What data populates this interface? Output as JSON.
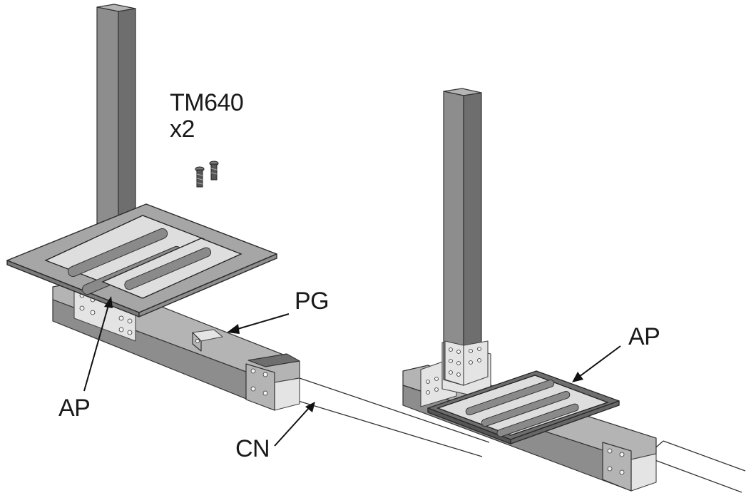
{
  "labels": {
    "part_code": "TM640",
    "quantity": "x2",
    "pg": "PG",
    "ap_left": "AP",
    "ap_right": "AP",
    "cn": "CN"
  },
  "icons": {
    "screws": "screw-icon",
    "left_post": "upright-post",
    "right_post": "upright-post",
    "pads": "adhesive-pad"
  }
}
